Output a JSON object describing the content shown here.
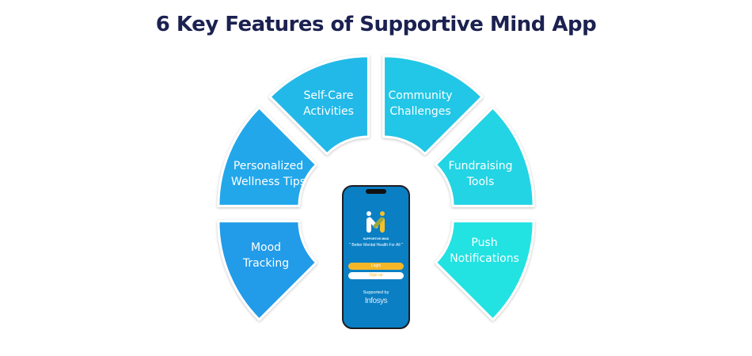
{
  "title": "6 Key Features of Supportive Mind App",
  "features": [
    {
      "label_line1": "Mood",
      "label_line2": "Tracking",
      "color": "#219be9"
    },
    {
      "label_line1": "Personalized",
      "label_line2": "Wellness Tips",
      "color": "#22a7ea"
    },
    {
      "label_line1": "Self-Care",
      "label_line2": "Activities",
      "color": "#22b9e9"
    },
    {
      "label_line1": "Community",
      "label_line2": "Challenges",
      "color": "#22c6e6"
    },
    {
      "label_line1": "Fundraising",
      "label_line2": "Tools",
      "color": "#22d4e4"
    },
    {
      "label_line1": "Push",
      "label_line2": "Notifications",
      "color": "#22e2e2"
    }
  ],
  "phone": {
    "brand": "SUPPORTIVE MIND",
    "tagline": "\" Better Mental Health For All \"",
    "login_label": "Login",
    "signup_label": "Sign up",
    "supported_by": "Supported by",
    "sponsor": "Infosys",
    "screen_color": "#0a7fc4",
    "accent_color": "#f5b728"
  }
}
